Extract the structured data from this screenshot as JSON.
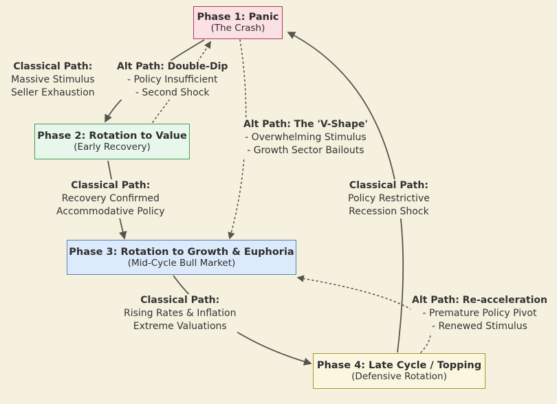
{
  "diagram": {
    "background_color": "#f6f1df",
    "line_color": "#56544d",
    "nodes": {
      "phase1": {
        "title": "Phase 1: Panic",
        "subtitle": "(The Crash)",
        "fill": "#fbe0e4",
        "border": "#a93a5c"
      },
      "phase2": {
        "title": "Phase 2: Rotation to Value",
        "subtitle": "(Early Recovery)",
        "fill": "#e7f7ec",
        "border": "#3f9b58"
      },
      "phase3": {
        "title": "Phase 3: Rotation to Growth & Euphoria",
        "subtitle": "(Mid-Cycle Bull Market)",
        "fill": "#dcebfb",
        "border": "#5480b1"
      },
      "phase4": {
        "title": "Phase 4: Late Cycle / Topping",
        "subtitle": "(Defensive Rotation)",
        "fill": "#fbf6df",
        "border": "#a9952d"
      }
    },
    "edges": {
      "p1_to_p2": {
        "style": "solid",
        "title": "Classical Path:",
        "lines": [
          "Massive Stimulus",
          "Seller Exhaustion"
        ]
      },
      "p2_to_p1": {
        "style": "dotted",
        "title": "Alt Path: Double-Dip",
        "lines": [
          "- Policy Insufficient",
          "- Second Shock"
        ]
      },
      "p1_to_p3": {
        "style": "dotted",
        "title": "Alt Path: The 'V-Shape'",
        "lines": [
          "- Overwhelming Stimulus",
          "- Growth Sector Bailouts"
        ]
      },
      "p2_to_p3": {
        "style": "solid",
        "title": "Classical Path:",
        "lines": [
          "Recovery Confirmed",
          "Accommodative Policy"
        ]
      },
      "p4_to_p1": {
        "style": "solid",
        "title": "Classical Path:",
        "lines": [
          "Policy Restrictive",
          "Recession Shock"
        ]
      },
      "p3_to_p4": {
        "style": "solid",
        "title": "Classical Path:",
        "lines": [
          "Rising Rates & Inflation",
          "Extreme Valuations"
        ]
      },
      "p4_to_p3": {
        "style": "dotted",
        "title": "Alt Path: Re-acceleration",
        "lines": [
          "- Premature Policy Pivot",
          "- Renewed Stimulus"
        ]
      }
    }
  }
}
